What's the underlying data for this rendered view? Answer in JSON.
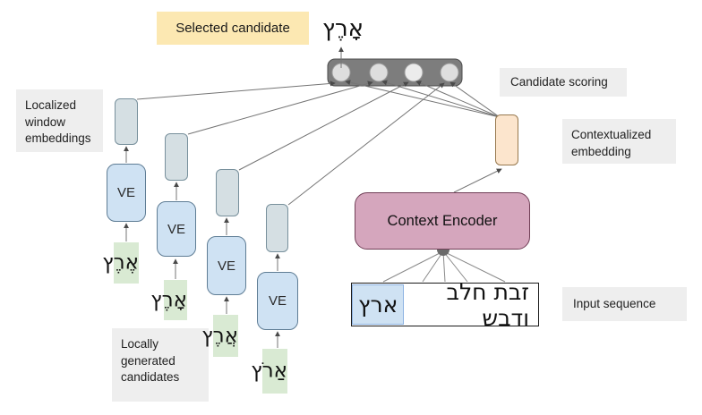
{
  "labels": {
    "selected_candidate": "Selected candidate",
    "localized_window_embeddings": "Localized\nwindow\nembeddings",
    "candidate_scoring": "Candidate scoring",
    "contextualized_embedding": "Contextualized\nembedding",
    "input_sequence": "Input sequence",
    "locally_generated_candidates": "Locally\ngenerated\ncandidates",
    "context_encoder": "Context Encoder",
    "ve": "VE"
  },
  "selected_word": "אָרֶץ",
  "candidates": [
    "אֶרֶץ",
    "אָרֶץ",
    "אֲרֶץ",
    "אַרֹץ"
  ],
  "input_sequence": {
    "highlighted_word": "ארץ",
    "rest_of_sentence": "זבת חלב ודבש"
  },
  "colors": {
    "yellow": "#fce8b2",
    "label_gray": "#eeeeee",
    "ve_blue": "#cfe2f3",
    "embed_fill": "#d5dfe3",
    "green": "#d9ead3",
    "peach": "#fce5cd",
    "encoder_pink": "#d5a6bd",
    "scoring_gray": "#7d7d7d",
    "circle_gray": "#dedede",
    "highlight_blue": "#cfe2f3",
    "wire_gray": "#757575"
  }
}
